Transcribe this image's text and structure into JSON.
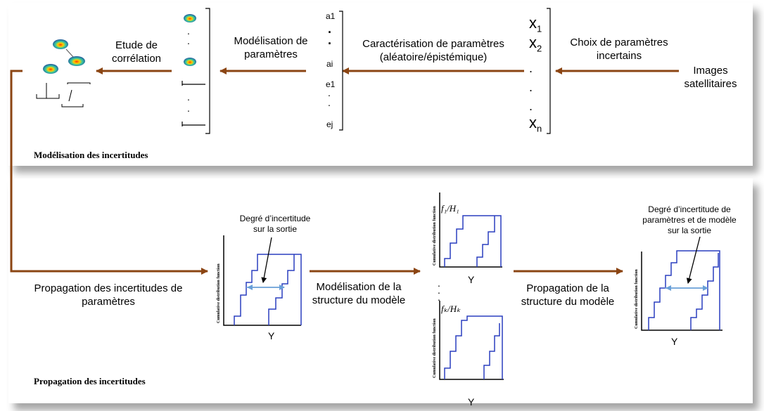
{
  "sections": {
    "modelling": "Modélisation des incertitudes",
    "propagation": "Propagation des incertitudes"
  },
  "top_row": {
    "images": {
      "line1": "Images",
      "line2": "satellitaires"
    },
    "choice": {
      "line1": "Choix de paramètres",
      "line2": "incertains"
    },
    "characterisation": {
      "line1": "Caractérisation de paramètres",
      "line2": "(aléatoire/épistémique)"
    },
    "modelling": {
      "line1": "Modélisation de",
      "line2": "paramètres"
    },
    "correlation": {
      "line1": "Etude de",
      "line2": "corrélation"
    }
  },
  "vector_x": {
    "x1": "x",
    "s1": "1",
    "x2": "x",
    "s2": "2",
    "xn": "x",
    "sn": "n",
    "dots": "."
  },
  "vector_ae": {
    "a1": "a1",
    "ai": "ai",
    "e1": "e1",
    "ej": "ej",
    "dots": "."
  },
  "bottom_row": {
    "param_propagation": {
      "line1": "Propagation des incertitudes de",
      "line2": "paramètres"
    },
    "struct_modelling": {
      "line1": "Modélisation de la",
      "line2": "structure du modèle"
    },
    "struct_propagation": {
      "line1": "Propagation de la",
      "line2": "structure du modèle"
    },
    "degree_output": {
      "line1": "Degré d’incertitude",
      "line2": "sur la sortie"
    },
    "degree_param_model": {
      "line1": "Degré d’incertitude de",
      "line2": "paramètres et de modèle",
      "line3": "sur la sortie"
    },
    "axis_y": "Y",
    "axis_cdf": "Cumulative distribution function",
    "axis_cdf_short": "Cumulative distribution function",
    "f1_h1": "f₁/H₁",
    "fk_hk": "fₖ/Hₖ",
    "dots": "."
  },
  "colors": {
    "arrow": "#8b4513",
    "cdf_line": "#2a3fbf",
    "double_arrow": "#6aa0d8"
  }
}
